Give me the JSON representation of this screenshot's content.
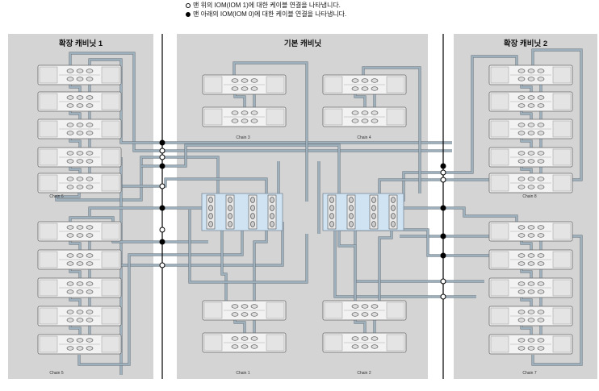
{
  "legend": [
    {
      "marker": "open-circle",
      "text": "맨 위의 IOM(IOM 1)에 대한 케이블 연결을 나타냅니다."
    },
    {
      "marker": "filled-circle",
      "text": "맨 아래의 IOM(IOM 0)에 대한 케이블 연결을 나타냅니다."
    }
  ],
  "cabinets": {
    "left": "확장 캐비닛 1",
    "center": "기본 캐비닛",
    "right": "확장 캐비닛 2"
  },
  "chains": {
    "chain1": "Chain 1",
    "chain2": "Chain 2",
    "chain3": "Chain 3",
    "chain4": "Chain 4",
    "chain5": "Chain 5",
    "chain6": "Chain 6",
    "chain7": "Chain 7",
    "chain8": "Chain 8"
  },
  "colors": {
    "panel": "#d4d4d4",
    "cable": "#9fb0bd",
    "cable_edge": "#6f7c86",
    "controller": "#cfe3f3"
  }
}
